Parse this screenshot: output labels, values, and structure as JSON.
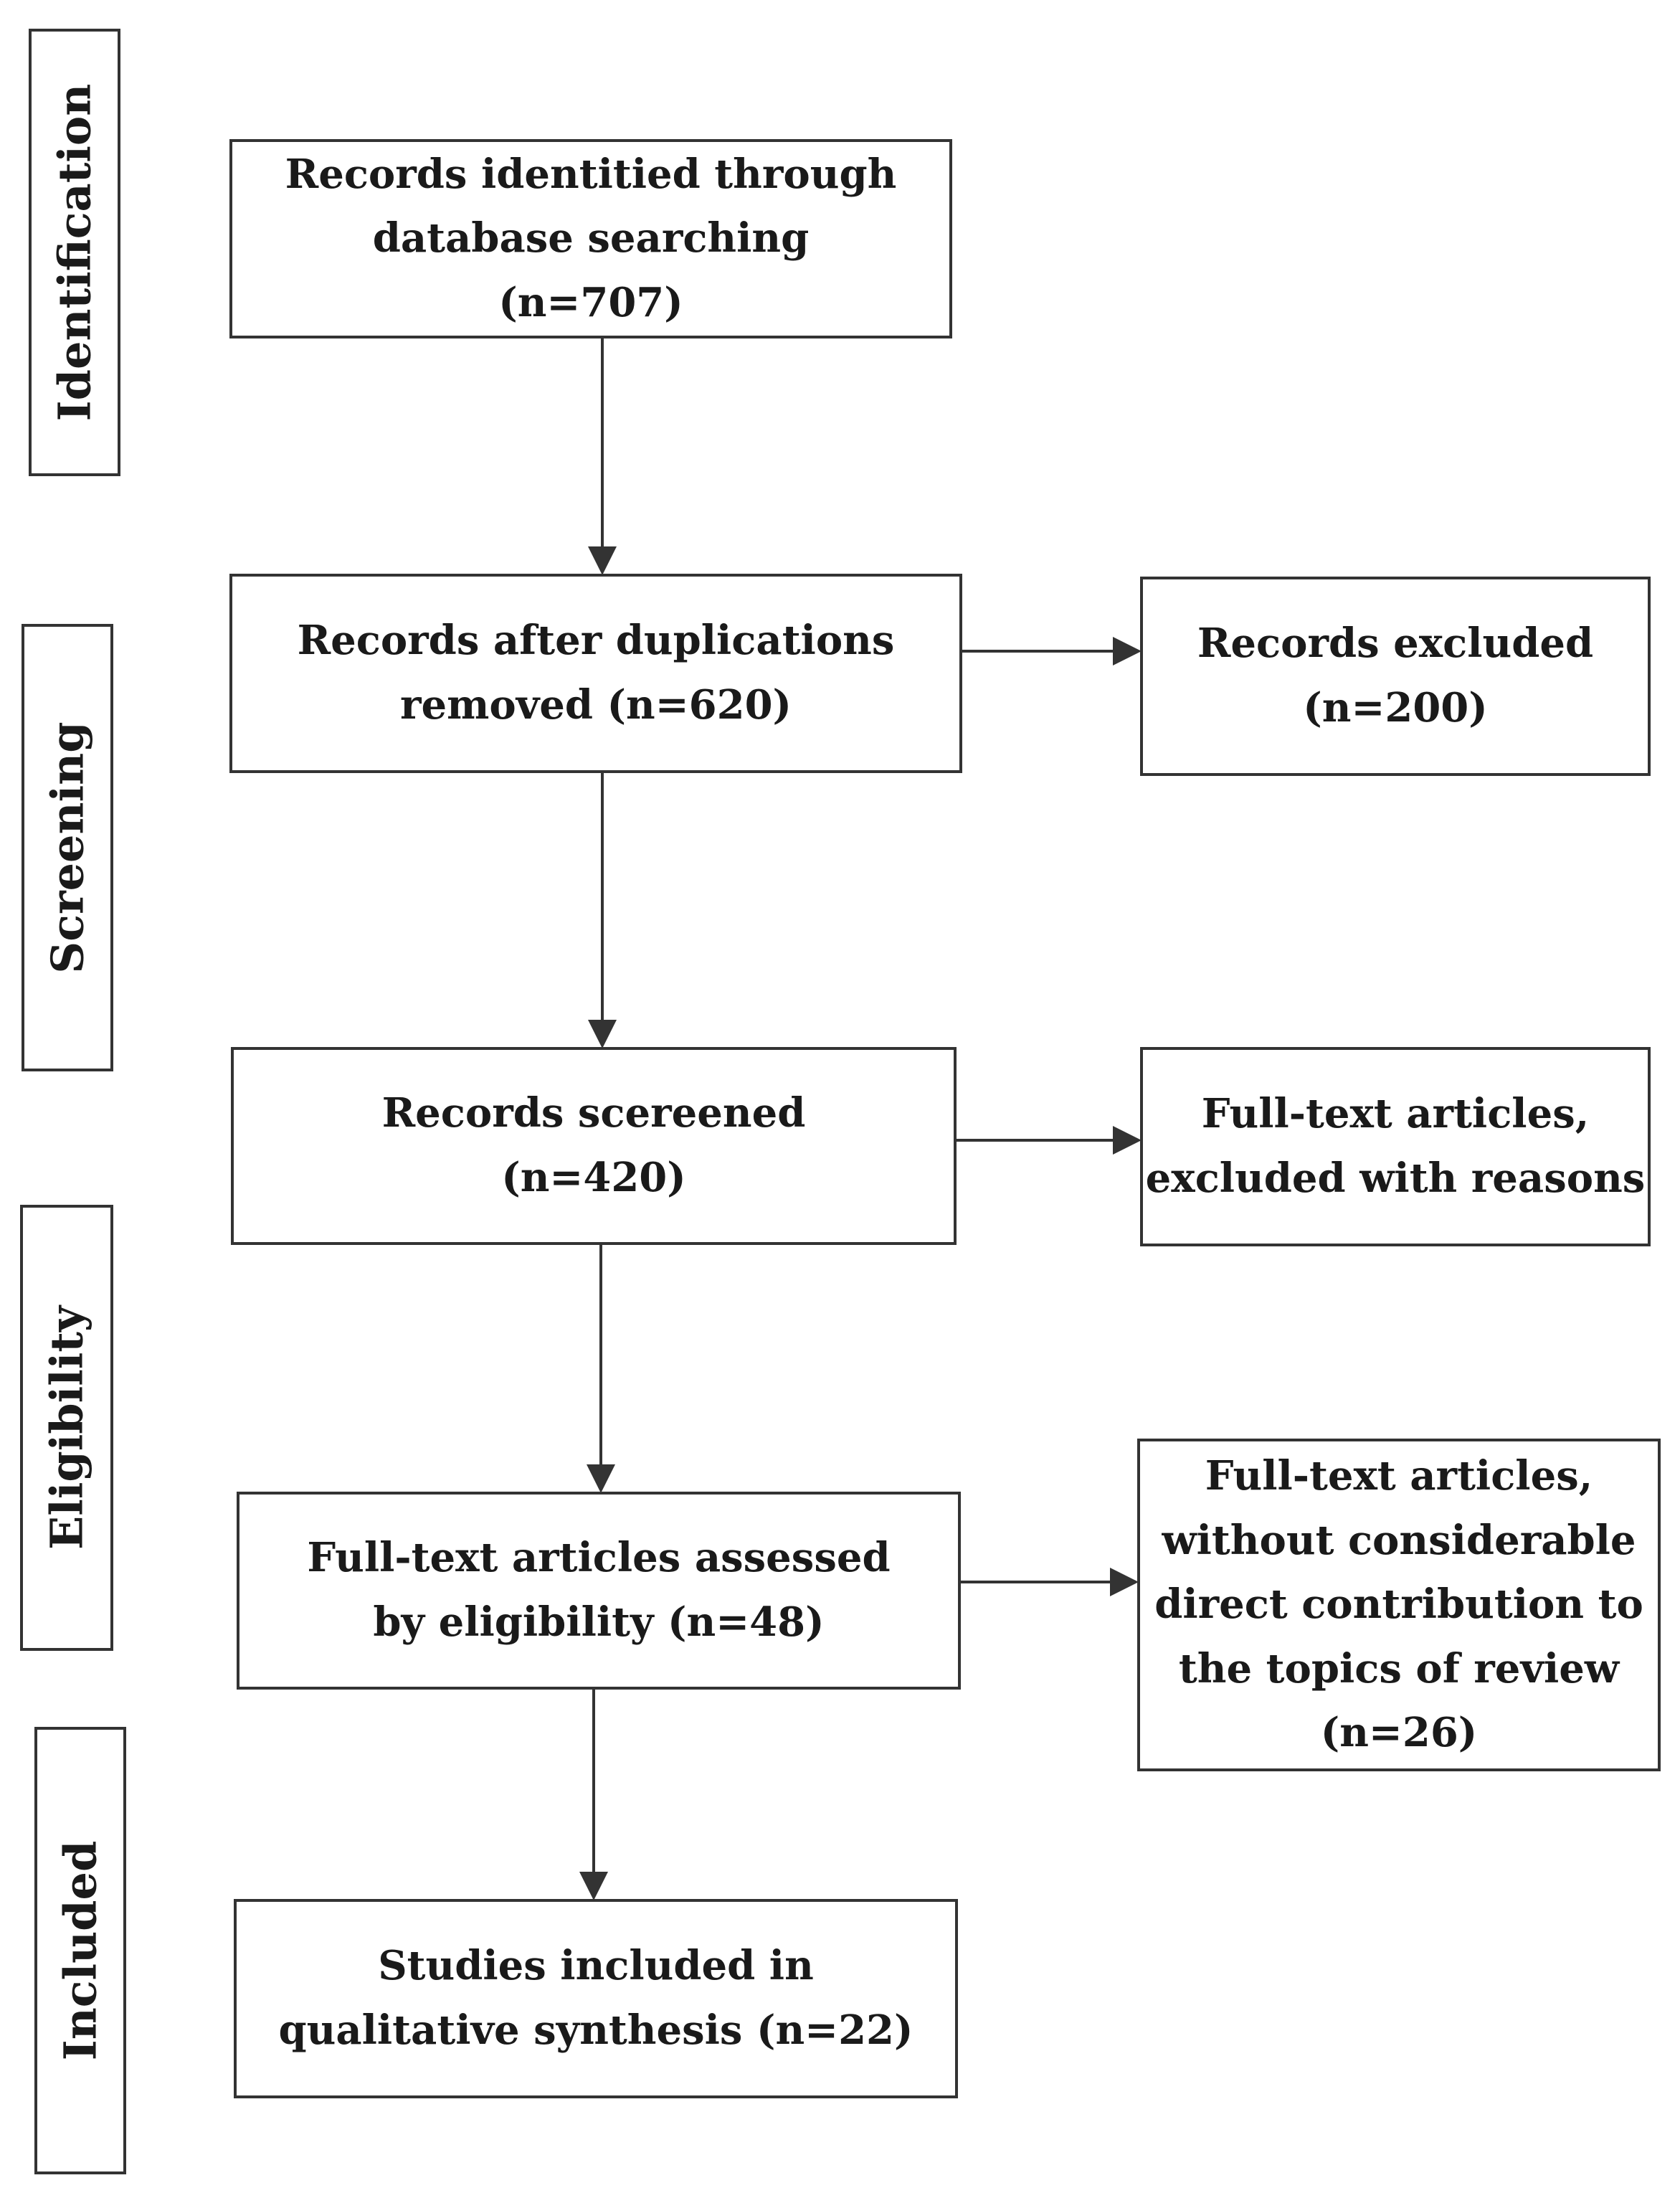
{
  "phases": {
    "identification": "Identification",
    "screening": "Screening",
    "eligibility": "Eligibility",
    "included": "Included"
  },
  "boxes": {
    "identified": "Records identitied through\ndatabase searching\n(n=707)",
    "after_duplicates": "Records after duplications\nremoved (n=620)",
    "excluded": "Records excluded\n(n=200)",
    "screened": "Records scereened\n(n=420)",
    "fulltext_excluded": "Full-text articles,\nexcluded with reasons",
    "assessed": "Full-text articles assessed\nby eligibility (n=48)",
    "no_contribution": "Full-text articles,\nwithout considerable\ndirect contribution to\nthe topics of review\n(n=26)",
    "included_studies": "Studies included in\nqualitative synthesis (n=22)"
  }
}
